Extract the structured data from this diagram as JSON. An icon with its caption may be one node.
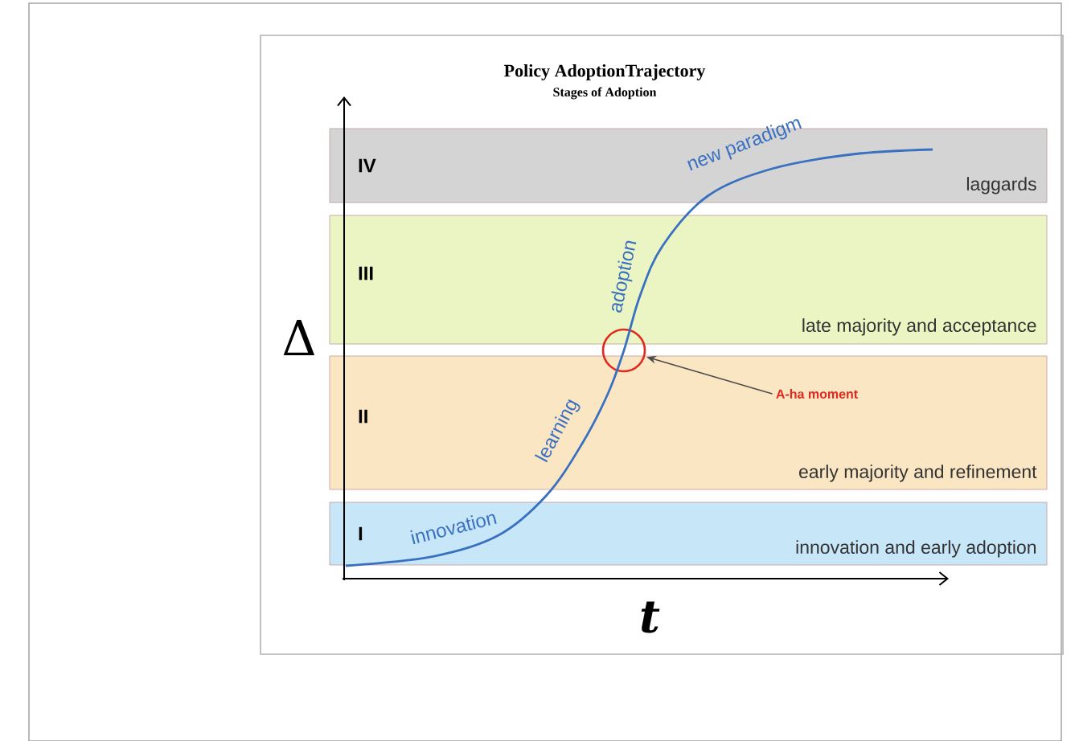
{
  "diagram": {
    "title": "Policy AdoptionTrajectory",
    "nodes": [
      {
        "text": [
          "IV",
          "laggards"
        ]
      },
      {
        "text": [
          "III",
          "late majority and acceptance"
        ]
      },
      {
        "text": [
          "II",
          "early majority and refinement"
        ]
      },
      {
        "text": [
          "I",
          "innovation and early adoption"
        ]
      },
      {
        "text": [
          "A-ha moment"
        ],
        "in": 2
      },
      {
        "text": [],
        "shape": "circle"
      }
    ],
    "edges": [
      {
        "from": 4,
        "to": 5,
        "arrow": "to"
      }
    ],
    "labels": [
      "Stages of Adoption",
      "new paradigm",
      "adoption",
      "learning",
      "innovation",
      "Δ",
      "t"
    ]
  }
}
